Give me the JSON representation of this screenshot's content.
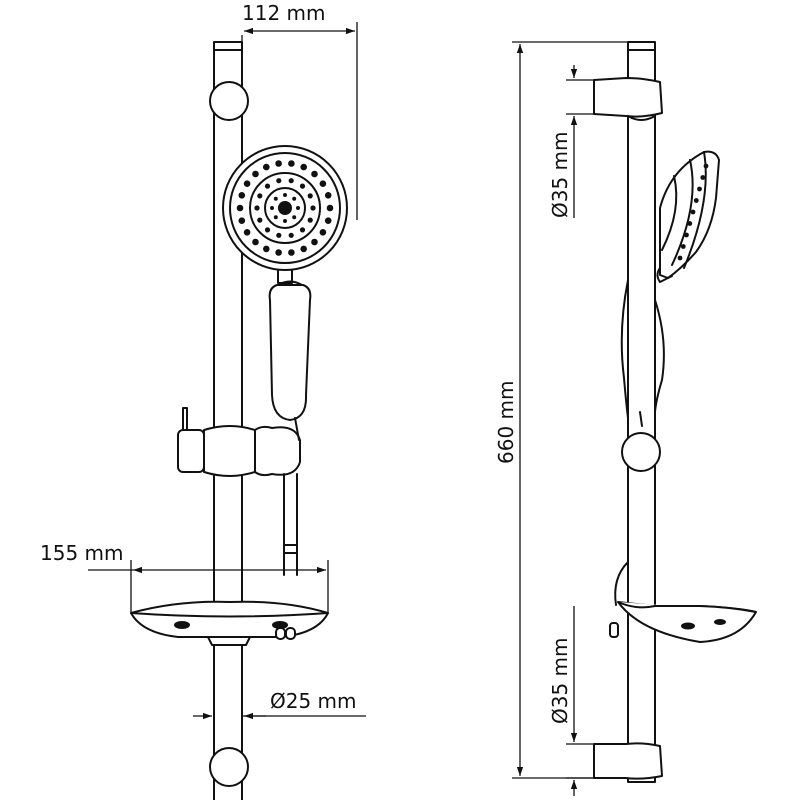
{
  "dimensions": {
    "handshower_offset": "112 mm",
    "soap_dish_width": "155 mm",
    "rail_diameter": "Ø25 mm",
    "bracket_top": "Ø35 mm",
    "bracket_bottom": "Ø35 mm",
    "rail_length": "660 mm"
  },
  "colors": {
    "line": "#111111",
    "background": "#ffffff"
  }
}
